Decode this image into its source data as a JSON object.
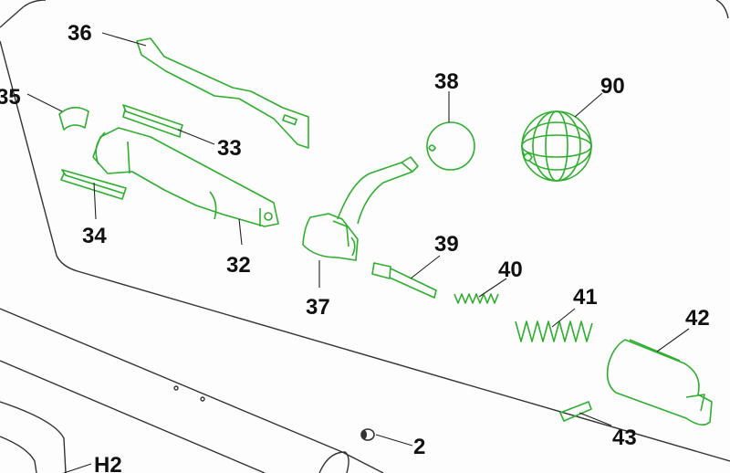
{
  "diagram": {
    "type": "exploded parts diagram",
    "accent_color": "#2fae2f",
    "labels": {
      "p36": "36",
      "p35": "35",
      "p33": "33",
      "p34": "34",
      "p32": "32",
      "p37": "37",
      "p38": "38",
      "p90": "90",
      "p39": "39",
      "p40": "40",
      "p41": "41",
      "p42": "42",
      "p43": "43",
      "p2": "2",
      "h2": "H2"
    }
  }
}
